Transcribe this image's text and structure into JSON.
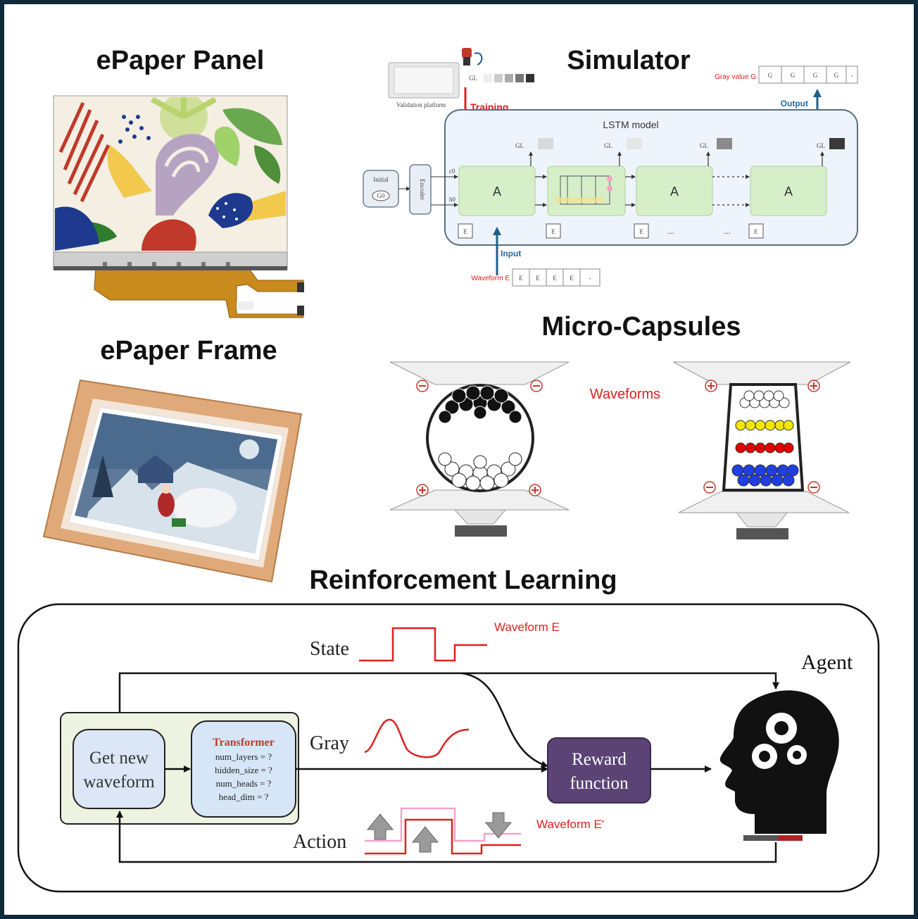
{
  "titles": {
    "epaper_panel": "ePaper Panel",
    "simulator": "Simulator",
    "epaper_frame": "ePaper Frame",
    "micro_capsules": "Micro-Capsules",
    "reinforcement_learning": "Reinforcement Learning"
  },
  "simulator": {
    "validation_platform": "Validation platform",
    "gl_label": "GL",
    "training": "Training",
    "gray_value": "Gray value G",
    "gray_cell": "G",
    "output": "Output",
    "lstm_model": "LSTM model",
    "initial": "Initial",
    "initial_value": "G0",
    "encoder": "Encoder",
    "c0": "c0",
    "h0": "h0",
    "cell_a": "A",
    "gl_cell": "GL",
    "e_cell": "E",
    "ellipsis": "•••",
    "ellipsis_sm": "...",
    "input": "Input",
    "waveform_e": "Waveform E"
  },
  "micro_capsules": {
    "waveforms": "Waveforms"
  },
  "rl": {
    "state": "State",
    "waveform_e": "Waveform E",
    "agent": "Agent",
    "gray": "Gray",
    "get_new_waveform_line1": "Get new",
    "get_new_waveform_line2": "waveform",
    "transformer": "Transformer",
    "params": [
      "num_layers = ?",
      "hidden_size = ?",
      "num_heads = ?",
      "head_dim = ?"
    ],
    "reward_line1": "Reward",
    "reward_line2": "function",
    "action": "Action",
    "waveform_e_prime": "Waveform E'"
  },
  "colors": {
    "red": "#e0201f",
    "blue_label": "#1f6aa5",
    "lstm_bg": "#eef4fb",
    "cell_green": "#d6efc9",
    "get_new_bg": "#dbe6f6",
    "transformer_bg": "#d6e6f7",
    "reward_purple": "#5b4475",
    "panel_bg": "#eef2e0",
    "pink": "#f4a3c8"
  }
}
